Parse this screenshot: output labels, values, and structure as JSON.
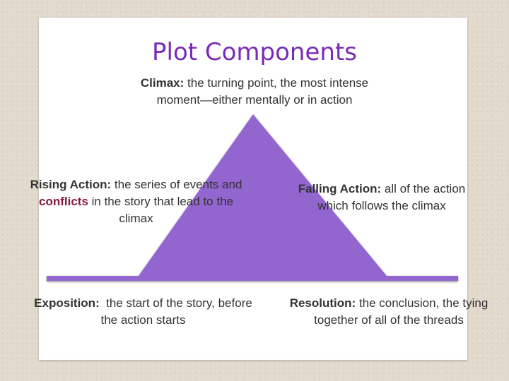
{
  "title": "Plot Components",
  "colors": {
    "background": "#e3dace",
    "slide": "#ffffff",
    "title": "#7a2bb5",
    "triangle": "#9365cf",
    "text": "#333333",
    "conflicts": "#8b1a3c"
  },
  "labels": {
    "climax": {
      "term": "Climax:",
      "text": " the turning point, the most intense moment—either mentally or in action"
    },
    "rising_action": {
      "term": "Rising Action:",
      "text_before": " the series of events and ",
      "highlight": "conflicts",
      "text_after": " in the story that lead to the climax"
    },
    "falling_action": {
      "term": "Falling Action:",
      "text": " all of the action which follows the climax"
    },
    "exposition": {
      "term": "Exposition:",
      "text": "  the start of the story, before the action starts"
    },
    "resolution": {
      "term": "Resolution:",
      "text": " the conclusion, the tying together of all of the threads"
    }
  }
}
